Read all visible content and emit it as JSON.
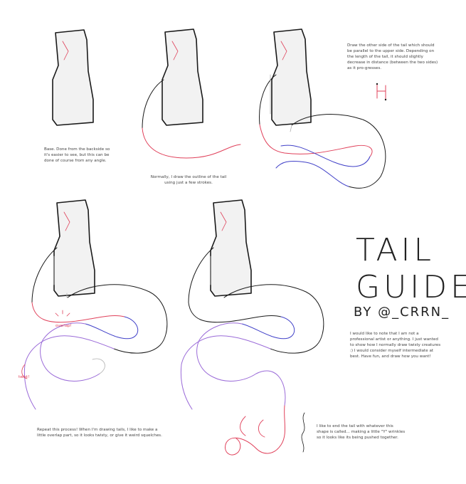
{
  "title": {
    "line1": "TAIL",
    "line2": "GUIDE",
    "byline": "BY @_CRRN_"
  },
  "notes": {
    "step1": "Base. Done from the backside so it's easier to see, but this can be done of course from any angle.",
    "step2": "Normally, I draw the outline of the tail using just a few strokes.",
    "step3": "Draw the other side of the tail which should be parallel to the upper side. Depending on the length of the tail, it should slightly decrease in distance (between the two sides) as it pro-gresses.",
    "step4": "Repeat this process! When I'm drawing tails, I like to make a little overlap part, so it looks twisty, or give it weird squelches.",
    "step5": "I like to end the tail with whatever this shape is called... making a little \"Y\" wrinkles so it looks like its being pushed together.",
    "disclaimer": "I would like to note that I am not a professional artist or anything. I just wanted to show how I normally draw twisty creatures :) I would consider myself intermediate at best. Have fun, and draw how you want!"
  },
  "labels": {
    "overlap": "overlap!",
    "twist": "twist!"
  },
  "colors": {
    "outline": "#1a1a1a",
    "body_fill": "#f2f2f2",
    "red": "#e0405a",
    "blue": "#4040c8",
    "purple": "#9a6ad8",
    "grey_line": "#b0b0b0"
  }
}
